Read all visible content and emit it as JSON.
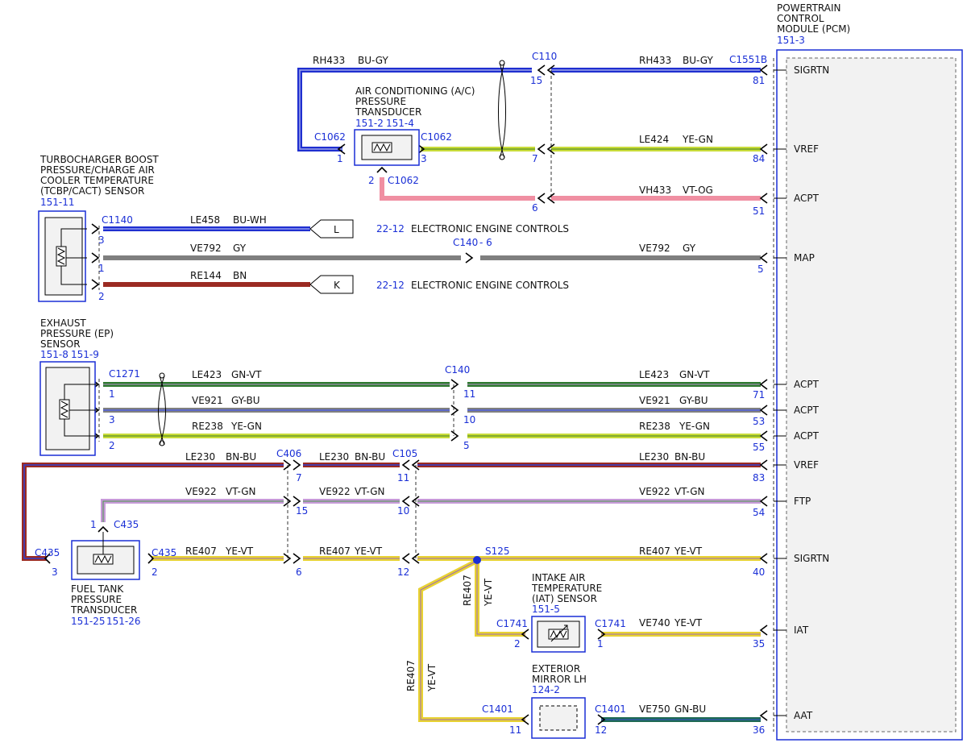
{
  "colors": {
    "BU": "#1f2fd0",
    "GY": "#7f7f7f",
    "BN": "#9b2a22",
    "GN": "#2e7a2e",
    "YE": "#e8d232",
    "YEGN": "#c9dc3a",
    "VT": "#9b6bb8",
    "PK": "#f08fa2",
    "GNBU": "#1e6a53",
    "ref_blue": "#1a2fd6",
    "module_fill": "#f2f2f2"
  },
  "pcm": {
    "name_lines": [
      "POWERTRAIN",
      "CONTROL",
      "MODULE (PCM)"
    ],
    "ref": "151-3",
    "pins": [
      "SIGRTN",
      "VREF",
      "ACPT",
      "MAP",
      "ACPT",
      "ACPT",
      "ACPT",
      "VREF",
      "FTP",
      "SIGRTN",
      "IAT",
      "AAT"
    ]
  },
  "ac": {
    "title_lines": [
      "AIR CONDITIONING (A/C)",
      "PRESSURE",
      "TRANSDUCER"
    ],
    "refs": [
      "151-2",
      "151-4"
    ],
    "left_connector": "C1062",
    "left_pin": "1",
    "right_connector": "C1062",
    "right_pin": "3",
    "bottom_pin": "2",
    "bottom_connector": "C1062",
    "c1551b": "C1551B",
    "c110": "C110"
  },
  "tcbp": {
    "title_lines": [
      "TURBOCHARGER BOOST",
      "PRESSURE/CHARGE AIR",
      "COOLER TEMPERATURE",
      "(TCBP/CACT) SENSOR"
    ],
    "ref": "151-11",
    "connector": "C1140",
    "pins": [
      "3",
      "1",
      "2"
    ],
    "c140_inline": "C140",
    "c140_pin": "- 6",
    "cross_ref_page": "22-12",
    "cross_ref_text": "ELECTRONIC ENGINE CONTROLS",
    "tag_l": "L",
    "tag_k": "K"
  },
  "ep": {
    "title_lines": [
      "EXHAUST",
      "PRESSURE (EP)",
      "SENSOR"
    ],
    "refs": [
      "151-8",
      "151-9"
    ],
    "connector": "C1271",
    "pins": [
      "1",
      "3",
      "2"
    ],
    "c140": "C140",
    "c140_pins": [
      "11",
      "10",
      "5"
    ]
  },
  "ftp": {
    "title_lines": [
      "FUEL TANK",
      "PRESSURE",
      "TRANSDUCER"
    ],
    "refs": [
      "151-25",
      "151-26"
    ],
    "c435": "C435",
    "left_pin": "3",
    "right_pin": "2",
    "top_pin": "1",
    "c406": "C406",
    "c406_pins": [
      "7",
      "15",
      "6"
    ],
    "c105": "C105",
    "c105_pins": [
      "11",
      "10",
      "12"
    ]
  },
  "splice": {
    "name": "S125"
  },
  "iat": {
    "title_lines": [
      "INTAKE AIR",
      "TEMPERATURE",
      "(IAT) SENSOR"
    ],
    "ref": "151-5",
    "connector": "C1741",
    "left_pin": "2",
    "right_pin": "1"
  },
  "mirror": {
    "title_lines": [
      "EXTERIOR",
      "MIRROR LH"
    ],
    "ref": "124-2",
    "connector": "C1401",
    "left_pin": "11",
    "right_pin": "12"
  },
  "wires": {
    "rh433": {
      "circuit": "RH433",
      "color": "BU-GY",
      "pcm_pin": "81",
      "c110_pin": "15"
    },
    "le424": {
      "circuit": "LE424",
      "color": "YE-GN",
      "pcm_pin": "84",
      "c1062_pin": "7"
    },
    "vh433": {
      "circuit": "VH433",
      "color": "VT-OG",
      "pcm_pin": "51",
      "c1062_pin": "6"
    },
    "le458": {
      "circuit": "LE458",
      "color": "BU-WH"
    },
    "ve792": {
      "circuit": "VE792",
      "color": "GY",
      "pcm_pin": "5"
    },
    "re144": {
      "circuit": "RE144",
      "color": "BN"
    },
    "le423": {
      "circuit": "LE423",
      "color": "GN-VT",
      "pcm_pin": "71"
    },
    "ve921": {
      "circuit": "VE921",
      "color": "GY-BU",
      "pcm_pin": "53"
    },
    "re238": {
      "circuit": "RE238",
      "color": "YE-GN",
      "pcm_pin": "55"
    },
    "le230": {
      "circuit": "LE230",
      "color": "BN-BU",
      "pcm_pin": "83"
    },
    "ve922": {
      "circuit": "VE922",
      "color": "VT-GN",
      "pcm_pin": "54"
    },
    "re407": {
      "circuit": "RE407",
      "color": "YE-VT",
      "pcm_pin": "40"
    },
    "ve740": {
      "circuit": "VE740",
      "color": "YE-VT",
      "pcm_pin": "35"
    },
    "ve750": {
      "circuit": "VE750",
      "color": "GN-BU",
      "pcm_pin": "36"
    }
  }
}
